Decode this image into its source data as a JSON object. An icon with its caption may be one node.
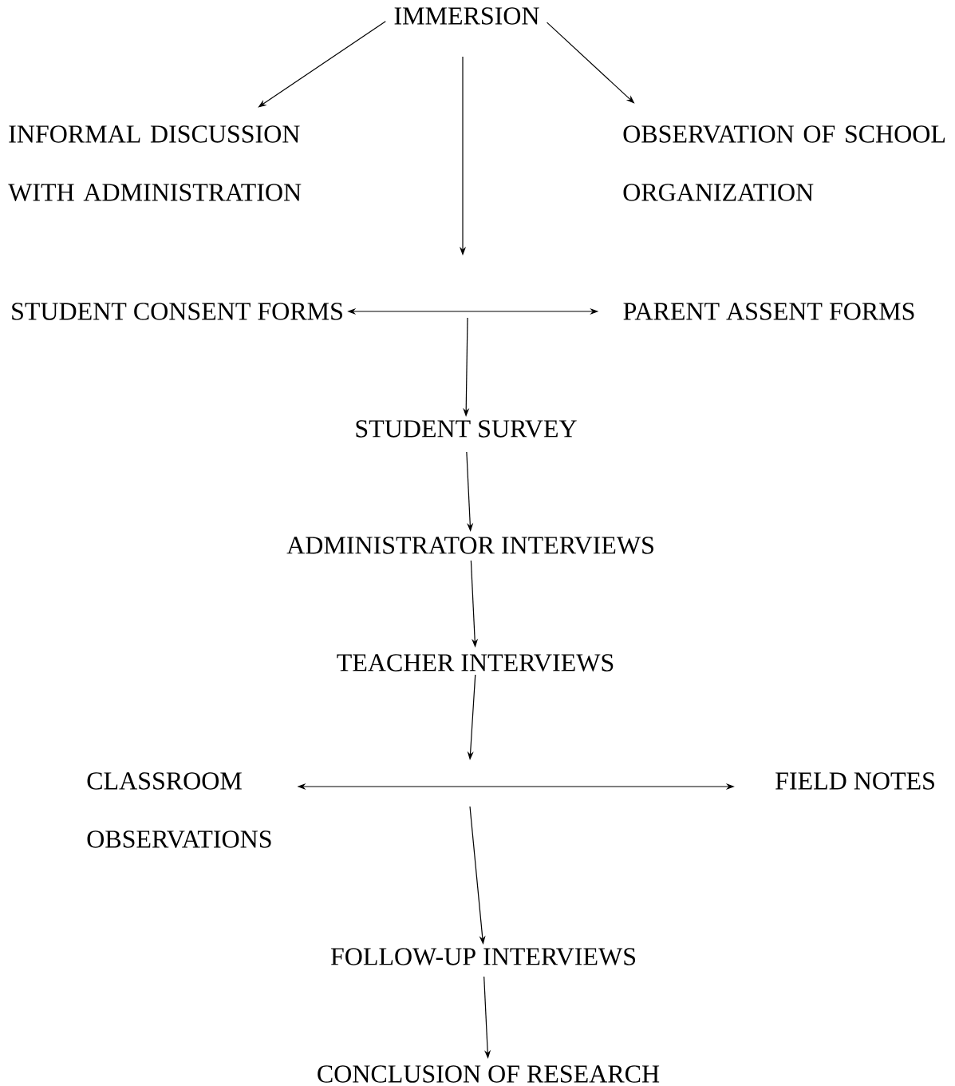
{
  "diagram": {
    "nodes": [
      {
        "text": [
          "IMMERSION"
        ]
      },
      {
        "text": [
          "INFORMAL DISCUSSION WITH ADMINISTRATION"
        ]
      },
      {
        "text": [
          "OBSERVATION OF SCHOOL ORGANIZATION"
        ]
      },
      {
        "text": [
          "STUDENT CONSENT FORMS"
        ]
      },
      {
        "text": [
          "PARENT ASSENT FORMS"
        ]
      },
      {
        "text": [
          "STUDENT SURVEY"
        ]
      },
      {
        "text": [
          "ADMINISTRATOR INTERVIEWS"
        ]
      },
      {
        "text": [
          "TEACHER INTERVIEWS"
        ]
      },
      {
        "text": [
          "CLASSROOM OBSERVATIONS"
        ]
      },
      {
        "text": [
          "FIELD NOTES"
        ]
      },
      {
        "text": [
          "FOLLOW-UP INTERVIEWS"
        ]
      },
      {
        "text": [
          "CONCLUSION OF RESEARCH"
        ]
      }
    ],
    "edges": [
      {
        "from": 0,
        "to": 1,
        "arrow": "to"
      },
      {
        "from": 0,
        "to": 2,
        "arrow": "to"
      },
      {
        "from": 0,
        "to": null,
        "arrow": "to"
      },
      {
        "from": 3,
        "to": 4,
        "arrow": "both"
      },
      {
        "from": null,
        "to": 5,
        "arrow": "to"
      },
      {
        "from": 5,
        "to": 6,
        "arrow": "to"
      },
      {
        "from": 6,
        "to": 7,
        "arrow": "to"
      },
      {
        "from": 7,
        "to": null,
        "arrow": "to"
      },
      {
        "from": 8,
        "to": 9,
        "arrow": "both"
      },
      {
        "from": null,
        "to": 10,
        "arrow": "to"
      },
      {
        "from": 10,
        "to": 11,
        "arrow": "to"
      }
    ]
  }
}
